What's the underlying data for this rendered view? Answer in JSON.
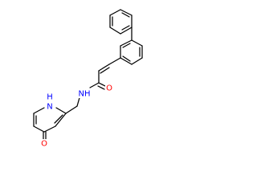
{
  "molecule": {
    "atoms": {
      "amide_n": {
        "label": "NH",
        "color": "#0000ff"
      },
      "carbonyl_o": {
        "label": "O",
        "color": "#ff0000"
      },
      "ring_nh": {
        "label": "N",
        "sub_label": "H",
        "color": "#0000ff"
      },
      "keto_o": {
        "label": "O",
        "color": "#ff0000"
      }
    },
    "bond_color": "#000000"
  }
}
